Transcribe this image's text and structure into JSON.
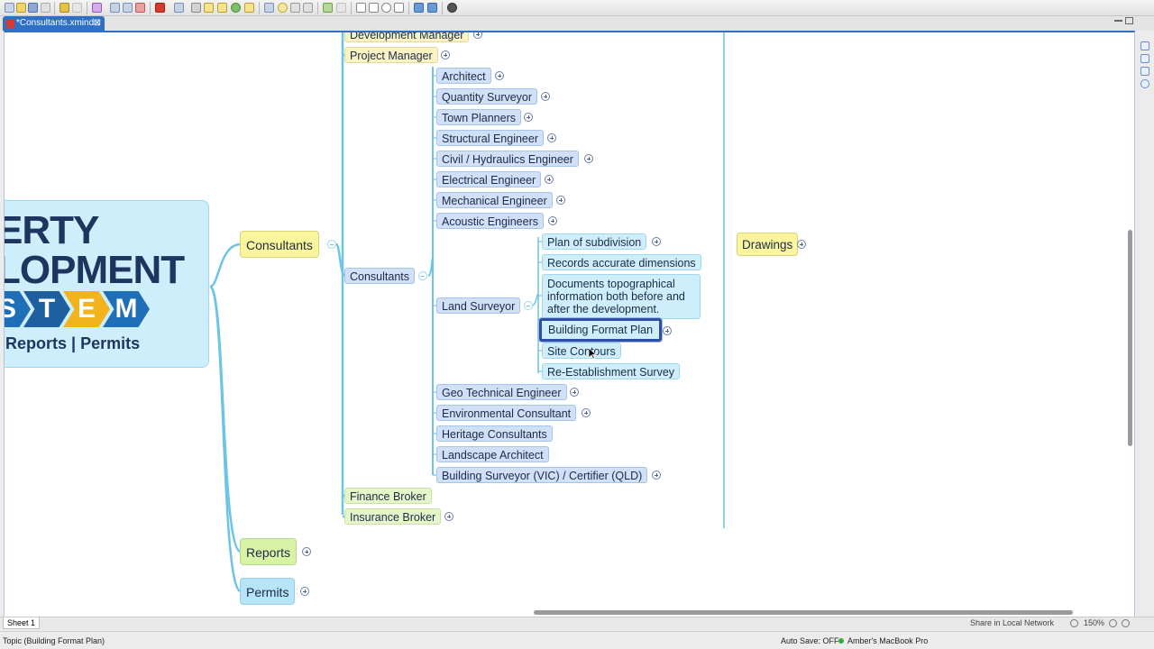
{
  "window": {
    "tab_title": "*Consultants.xmind",
    "tab_close": "⊠"
  },
  "central_topic": {
    "line1": "ERTY",
    "line2": "LOPMENT",
    "system_letters": [
      "S",
      "T",
      "E",
      "M"
    ],
    "line3": "| Reports | Permits"
  },
  "branches": {
    "consultants_main": "Consultants",
    "reports": "Reports",
    "permits": "Permits",
    "drawings": "Drawings"
  },
  "level2": {
    "development_manager": "Development Manager",
    "project_manager": "Project Manager",
    "consultants": "Consultants",
    "finance_broker": "Finance Broker",
    "insurance_broker": "Insurance Broker"
  },
  "consultant_items": [
    "Architect",
    "Quantity Surveyor",
    "Town Planners",
    "Structural Engineer",
    "Civil / Hydraulics Engineer",
    "Electrical Engineer",
    "Mechanical Engineer",
    "Acoustic Engineers",
    "Land Surveyor",
    "Geo Technical Engineer",
    "Environmental Consultant",
    "Heritage Consultants",
    "Landscape Architect",
    "Building Surveyor (VIC) / Certifier (QLD)"
  ],
  "land_surveyor_items": {
    "plan_of_subdivision": "Plan of subdivision",
    "records_dimensions": "Records accurate dimensions",
    "documents_lines": [
      "Documents topographical",
      "information both before and",
      "after the development."
    ],
    "building_format_plan": "Building Format Plan",
    "site_contours": "Site Contours",
    "re_establishment_survey": "Re-Establishment Survey"
  },
  "bottom": {
    "sheet_tab": "Sheet 1",
    "share": "Share in Local Network",
    "zoom": "150%"
  },
  "status": {
    "selection": "Topic (Building Format Plan)",
    "autosave": "Auto Save: OFF",
    "network": "Amber's MacBook Pro"
  },
  "colors": {
    "accent": "#2f6fc4",
    "branch_line": "#6cc4e6",
    "selected_border": "#2c4ea3"
  }
}
